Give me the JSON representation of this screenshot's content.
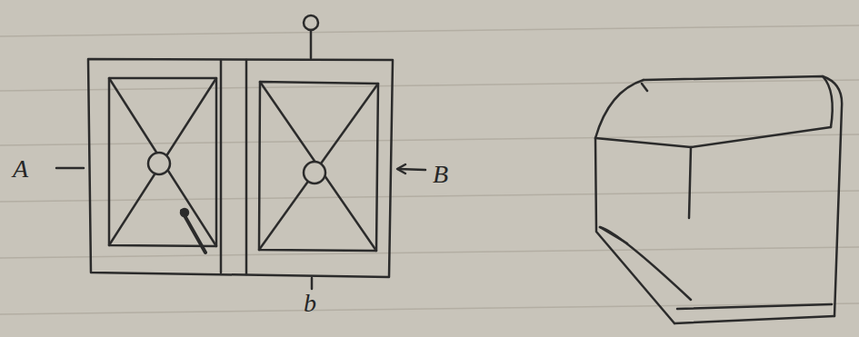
{
  "diagram": {
    "labels": [
      "A",
      "B",
      "b"
    ]
  }
}
